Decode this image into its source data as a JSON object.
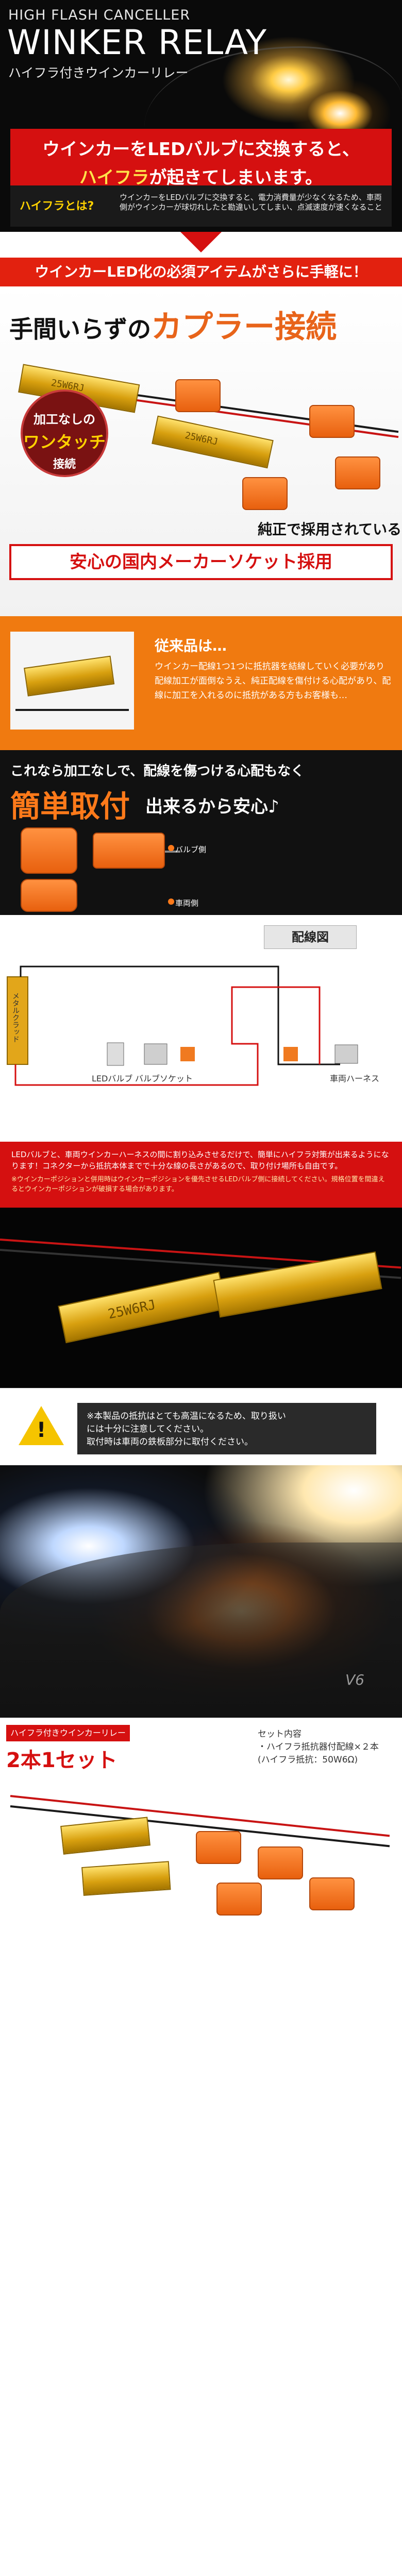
{
  "hero": {
    "subtitle_en": "HIGH FLASH CANCELLER",
    "title": "WINKER RELAY",
    "subtitle_jp": "ハイフラ付きウインカーリレー",
    "banner_line1": "ウインカーをLEDバルブに交換すると、",
    "banner_line2_highlight": "ハイフラ",
    "banner_line2_rest": "が起きてしまいます。",
    "question": "ハイフラとは?",
    "answer": "ウインカーをLEDバルブに交換すると、電力消費量が少なくなるため、車両側がウインカーが球切れしたと勘違いしてしまい、点滅速度が速くなること"
  },
  "tagline": "ウインカーLED化の必須アイテムがさらに手軽に！",
  "coupler": {
    "heading_pre": "手間いらずの",
    "heading_highlight": "カプラー接続",
    "tag_line1": "加工なしの",
    "tag_line2": "ワンタッチ",
    "tag_line3": "接続",
    "side_text": "純正で採用されている",
    "bottom_text": "安心の国内メーカーソケット採用",
    "resistor_label": "25W6RJ"
  },
  "conventional": {
    "heading": "従来品は…",
    "body": "ウインカー配線1つ1つに抵抗器を結線していく必要があり配線加工が面倒なうえ、純正配線を傷付ける心配があり、配線に加工を入れるのに抵抗がある方もお客様も…"
  },
  "easy": {
    "line1": "これなら加工なしで、配線を傷つける心配もなく",
    "line2": "簡単取付",
    "line2_rest": "出来るから安心♪",
    "label_bulb": "バルブ側",
    "label_car": "車両側"
  },
  "wiring": {
    "badge": "配線図",
    "label_metal": "メタルクラッド",
    "label_led": "LEDバルブ",
    "label_socket": "バルブソケット",
    "label_harness": "車両ハーネス"
  },
  "note": {
    "p1": "LEDバルブと、車両ウインカーハーネスの間に割り込みさせるだけで、簡単にハイフラ対策が出来るようになります！コネクターから抵抗本体までで十分な線の長さがあるので、取り付け場所も自由です。",
    "p2": "※ウインカーポジションと併用時はウインカーポジションを優先させるLEDバルブ側に接続してください。規格位置を間違えるとウインカーポジションが破損する場合があります。"
  },
  "caution": {
    "mark": "!",
    "line1": "※本製品の抵抗はとても高温になるため、取り扱い",
    "line2": "には十分に注意してください。",
    "line3": "取付時は車両の鉄板部分に取付ください。"
  },
  "car": {
    "emblem": "V6"
  },
  "set": {
    "pill": "ハイフラ付きウインカーリレー",
    "big": "2本1セット",
    "contents_heading": "セット内容",
    "contents_line1": "・ハイフラ抵抗器付配線×２本",
    "contents_line2": "(ハイフラ抵抗：50W6Ω)"
  },
  "colors": {
    "brand_red": "#d51010",
    "accent_orange": "#e8641a",
    "gold": "#d8a00f"
  }
}
